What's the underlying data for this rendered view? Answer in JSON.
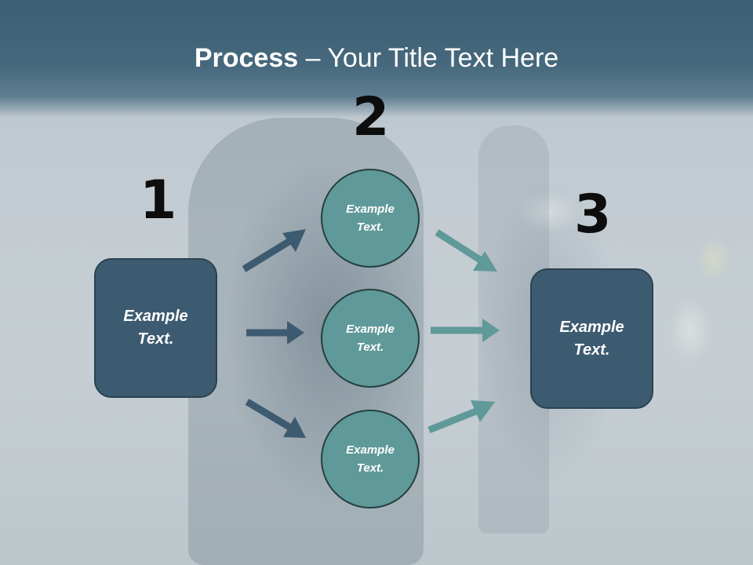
{
  "title": {
    "bold": "Process",
    "rest": " – Your Title Text Here"
  },
  "steps": {
    "one": "1",
    "two": "2",
    "three": "3"
  },
  "left_box": {
    "line1": "Example",
    "line2": "Text."
  },
  "right_box": {
    "line1": "Example",
    "line2": "Text."
  },
  "circles": [
    {
      "line1": "Example",
      "line2": "Text."
    },
    {
      "line1": "Example",
      "line2": "Text."
    },
    {
      "line1": "Example",
      "line2": "Text."
    }
  ],
  "colors": {
    "header": "#46687c",
    "box_fill": "#3d5b70",
    "circle_fill": "#609999",
    "arrow_dark": "#3d5b70",
    "arrow_teal": "#609999"
  }
}
